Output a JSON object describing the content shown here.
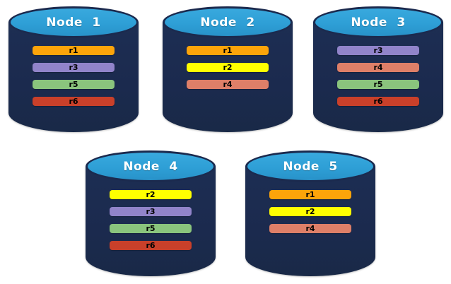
{
  "colors": {
    "background": "#FFFFFF",
    "cylinder_body": "#1B2A4E",
    "cylinder_top": "#2E9FD6",
    "cylinder_outline": "#1B2A4E",
    "node_label_text": "#FFFFFF",
    "bar_text": "#000000",
    "replica": {
      "r1": "#FCA40A",
      "r2": "#FFFF00",
      "r3": "#9184CA",
      "r4": "#DE7F68",
      "r5": "#8AC47D",
      "r6": "#C9402A"
    }
  },
  "nodes": [
    {
      "label": "Node 1",
      "replicas": [
        {
          "label": "r1",
          "color": "#FCA40A"
        },
        {
          "label": "r3",
          "color": "#9184CA"
        },
        {
          "label": "r5",
          "color": "#8AC47D"
        },
        {
          "label": "r6",
          "color": "#C9402A"
        }
      ]
    },
    {
      "label": "Node 2",
      "replicas": [
        {
          "label": "r1",
          "color": "#FCA40A"
        },
        {
          "label": "r2",
          "color": "#FFFF00"
        },
        {
          "label": "r4",
          "color": "#DE7F68"
        }
      ]
    },
    {
      "label": "Node 3",
      "replicas": [
        {
          "label": "r3",
          "color": "#9184CA"
        },
        {
          "label": "r4",
          "color": "#DE7F68"
        },
        {
          "label": "r5",
          "color": "#8AC47D"
        },
        {
          "label": "r6",
          "color": "#C9402A"
        }
      ]
    },
    {
      "label": "Node 4",
      "replicas": [
        {
          "label": "r2",
          "color": "#FFFF00"
        },
        {
          "label": "r3",
          "color": "#9184CA"
        },
        {
          "label": "r5",
          "color": "#8AC47D"
        },
        {
          "label": "r6",
          "color": "#C9402A"
        }
      ]
    },
    {
      "label": "Node 5",
      "replicas": [
        {
          "label": "r1",
          "color": "#FCA40A"
        },
        {
          "label": "r2",
          "color": "#FFFF00"
        },
        {
          "label": "r4",
          "color": "#DE7F68"
        }
      ]
    }
  ]
}
